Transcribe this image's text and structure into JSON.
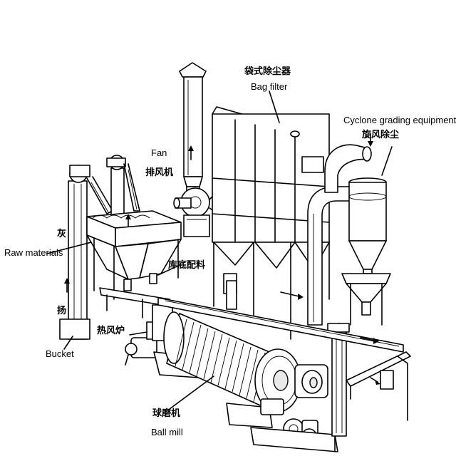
{
  "labels": {
    "bag_filter_cn": "袋式除尘器",
    "bag_filter_en": "Bag filter",
    "cyclone_en": "Cyclone grading equipment",
    "cyclone_cn": "旋风除尘",
    "fan_en": "Fan",
    "fan_cn": "排风机",
    "raw_materials_en": "Raw materials",
    "raw_materials_cn_char": "灰",
    "feeder_cn": "库底配料",
    "hopper_cn_char": "扬",
    "hot_air_cn": "热风炉",
    "bucket_en": "Bucket",
    "ball_mill_cn": "球磨机",
    "ball_mill_en": "Ball mill"
  }
}
